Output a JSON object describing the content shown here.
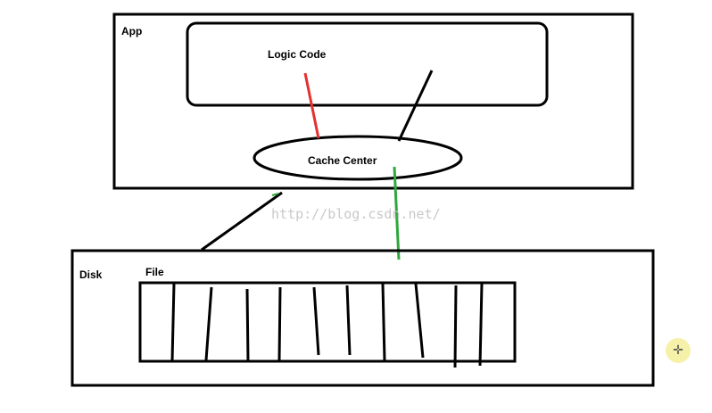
{
  "labels": {
    "app": "App",
    "logic_code": "Logic Code",
    "cache_center": "Cache Center",
    "disk": "Disk",
    "file": "File"
  },
  "watermark": "http://blog.csdn.net/",
  "colors": {
    "outline": "#000000",
    "logic_link": "#e53030",
    "disk_link": "#2fa83b",
    "watermark": "#c9c9c9",
    "cursor_badge": "#f6f1a8"
  },
  "icons": {
    "cursor": "crosshair-cursor-icon"
  }
}
